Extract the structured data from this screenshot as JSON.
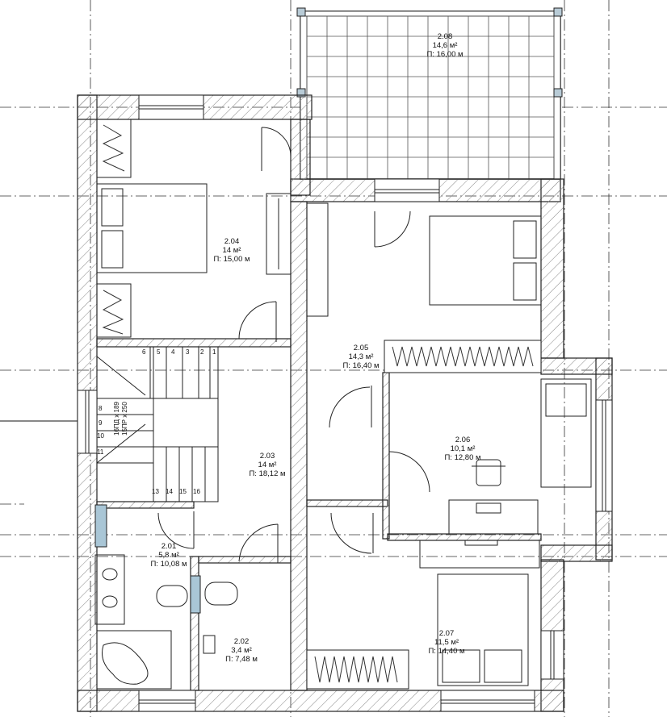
{
  "rooms": [
    {
      "id": "2.08",
      "area": "14,6 м²",
      "perimeter": "П: 16,00 м"
    },
    {
      "id": "2.04",
      "area": "14 м²",
      "perimeter": "П: 15,00 м"
    },
    {
      "id": "2.05",
      "area": "14,3 м²",
      "perimeter": "П: 16,40 м"
    },
    {
      "id": "2.06",
      "area": "10,1 м²",
      "perimeter": "П: 12,80 м"
    },
    {
      "id": "2.03",
      "area": "14 м²",
      "perimeter": "П: 18,12 м"
    },
    {
      "id": "2.01",
      "area": "5,8 м²",
      "perimeter": "П: 10,08 м"
    },
    {
      "id": "2.02",
      "area": "3,4 м²",
      "perimeter": "П: 7,48 м"
    },
    {
      "id": "2.07",
      "area": "11,5 м²",
      "perimeter": "П: 14,40 м"
    }
  ],
  "stairs": {
    "top_steps": [
      "6",
      "5",
      "4",
      "3",
      "2",
      "1"
    ],
    "bottom_steps": [
      "13",
      "14",
      "15",
      "16"
    ],
    "side_steps": [
      "8",
      "9",
      "10",
      "11"
    ],
    "note_1": "16ПД x 189",
    "note_2": "15ПР x 250"
  },
  "colors": {
    "line": "#1a1a1a",
    "grid": "#555555",
    "hatch": "#777777",
    "glass": "#a9c6d6"
  }
}
